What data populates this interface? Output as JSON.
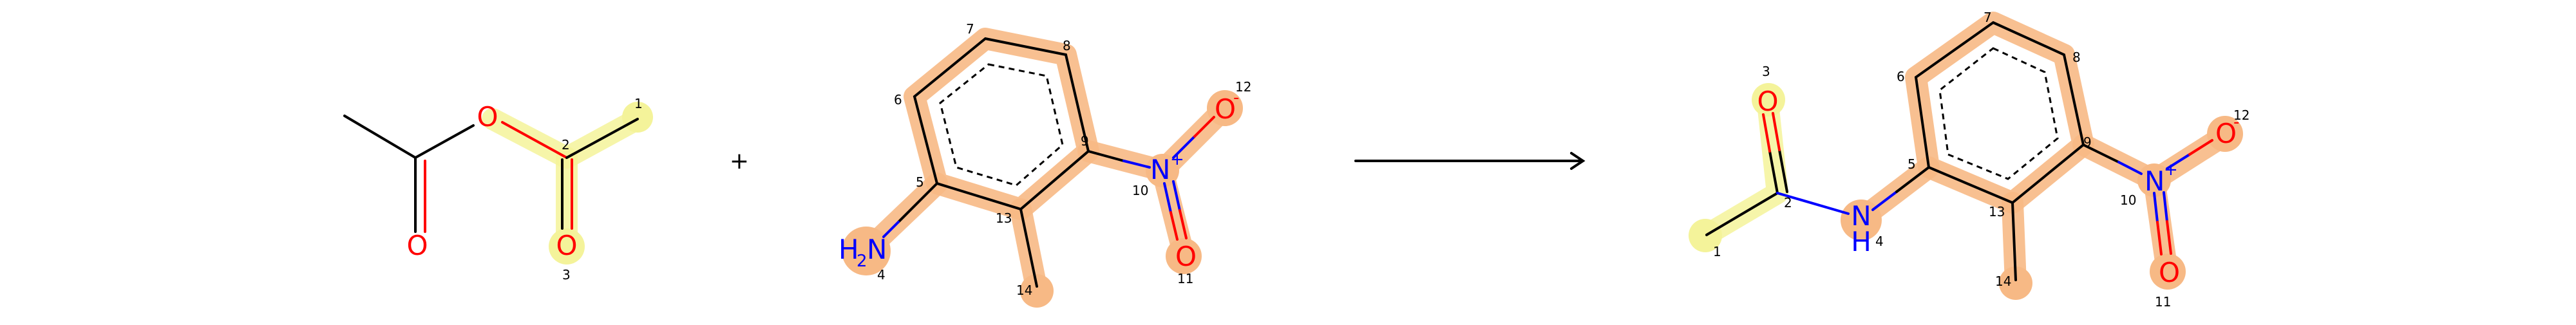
{
  "reaction": {
    "plus": "+",
    "atoms": {
      "o_label": "O",
      "o_minus": "-",
      "n_label": "N",
      "n_plus": "+",
      "h_label": "H",
      "h2_label": "H",
      "h2_sub": "2"
    },
    "reactant1": {
      "indices": {
        "a1": "1",
        "a2": "2",
        "a3": "3"
      }
    },
    "reactant2": {
      "indices": {
        "a4": "4",
        "a5": "5",
        "a6": "6",
        "a7": "7",
        "a8": "8",
        "a9": "9",
        "a10": "10",
        "a11": "11",
        "a12": "12",
        "a13": "13",
        "a14": "14"
      }
    },
    "product": {
      "indices": {
        "a1": "1",
        "a2": "2",
        "a3": "3",
        "a4": "4",
        "a5": "5",
        "a6": "6",
        "a7": "7",
        "a8": "8",
        "a9": "9",
        "a10": "10",
        "a11": "11",
        "a12": "12",
        "a13": "13",
        "a14": "14"
      }
    }
  },
  "colors": {
    "highlight_yellow": "#f4f39a",
    "highlight_orange": "#f7b985",
    "oxygen": "#ff0000",
    "nitrogen": "#0000ff",
    "bond": "#000000"
  }
}
